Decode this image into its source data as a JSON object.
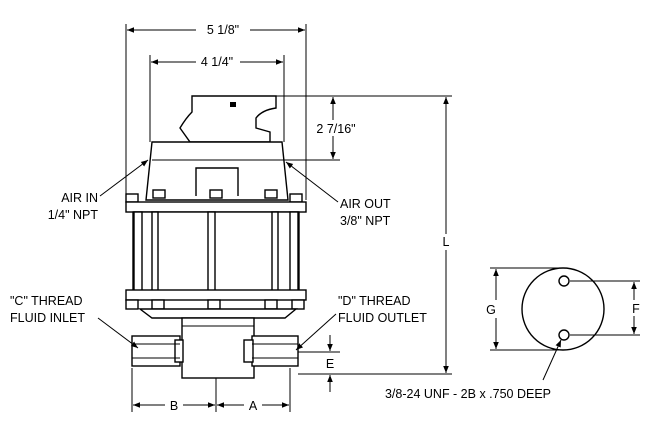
{
  "dimensions": {
    "overall_width": "5 1/8\"",
    "head_width": "4 1/4\"",
    "cap_height": "2 7/16\"",
    "length": "L",
    "b": "B",
    "a": "A",
    "e": "E",
    "f": "F",
    "g": "G"
  },
  "callouts": {
    "air_in_line1": "AIR IN",
    "air_in_line2": "1/4\" NPT",
    "air_out_line1": "AIR OUT",
    "air_out_line2": "3/8\" NPT",
    "c_thread_line1": "\"C\" THREAD",
    "c_thread_line2": "FLUID INLET",
    "d_thread_line1": "\"D\" THREAD",
    "d_thread_line2": "FLUID OUTLET",
    "mount_thread": "3/8-24 UNF - 2B x .750 DEEP"
  }
}
